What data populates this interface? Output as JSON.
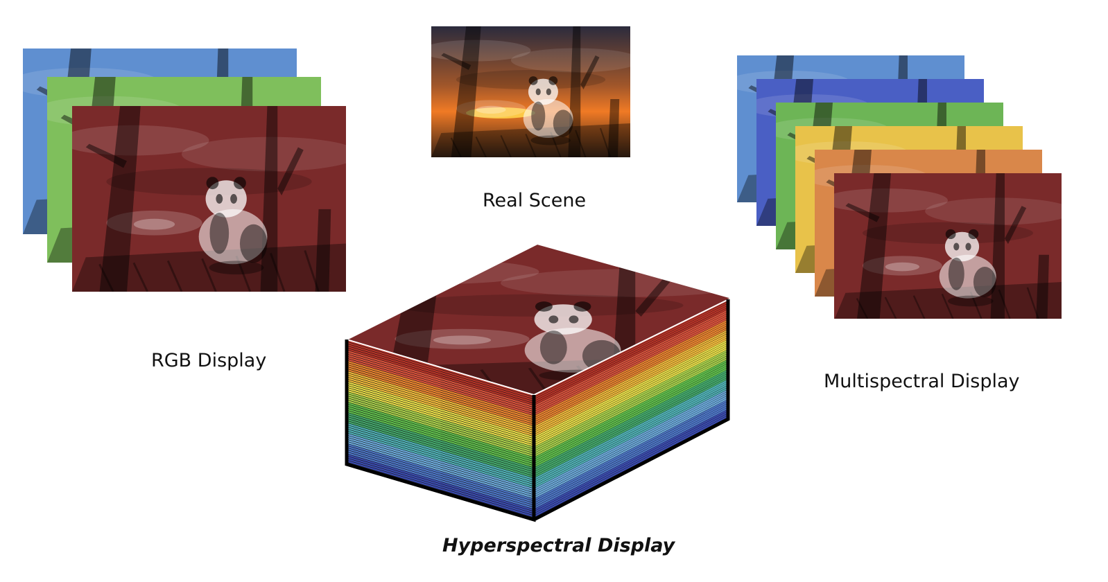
{
  "labels": {
    "rgb": "RGB Display",
    "real": "Real Scene",
    "multi": "Multispectral Display",
    "hyper": "Hyperspectral Display"
  },
  "rgb_channels": [
    "#5f8fd0",
    "#7fbf5c",
    "#7a2a2a"
  ],
  "multi_channels": [
    "#5f8fd0",
    "#4a5fc4",
    "#6db556",
    "#e8c24a",
    "#d9874a",
    "#7a2a2a"
  ],
  "spectrum_bands": [
    "#b83226",
    "#d8503a",
    "#e9832e",
    "#f0b93a",
    "#e6dc47",
    "#a8d04a",
    "#5fbf4b",
    "#43a96b",
    "#4fb1b5",
    "#6aa7d8",
    "#4c75c6",
    "#3a4bb0"
  ],
  "scene_icons": [
    "panda-icon",
    "tree-icon",
    "sunset-icon",
    "platform-icon"
  ]
}
